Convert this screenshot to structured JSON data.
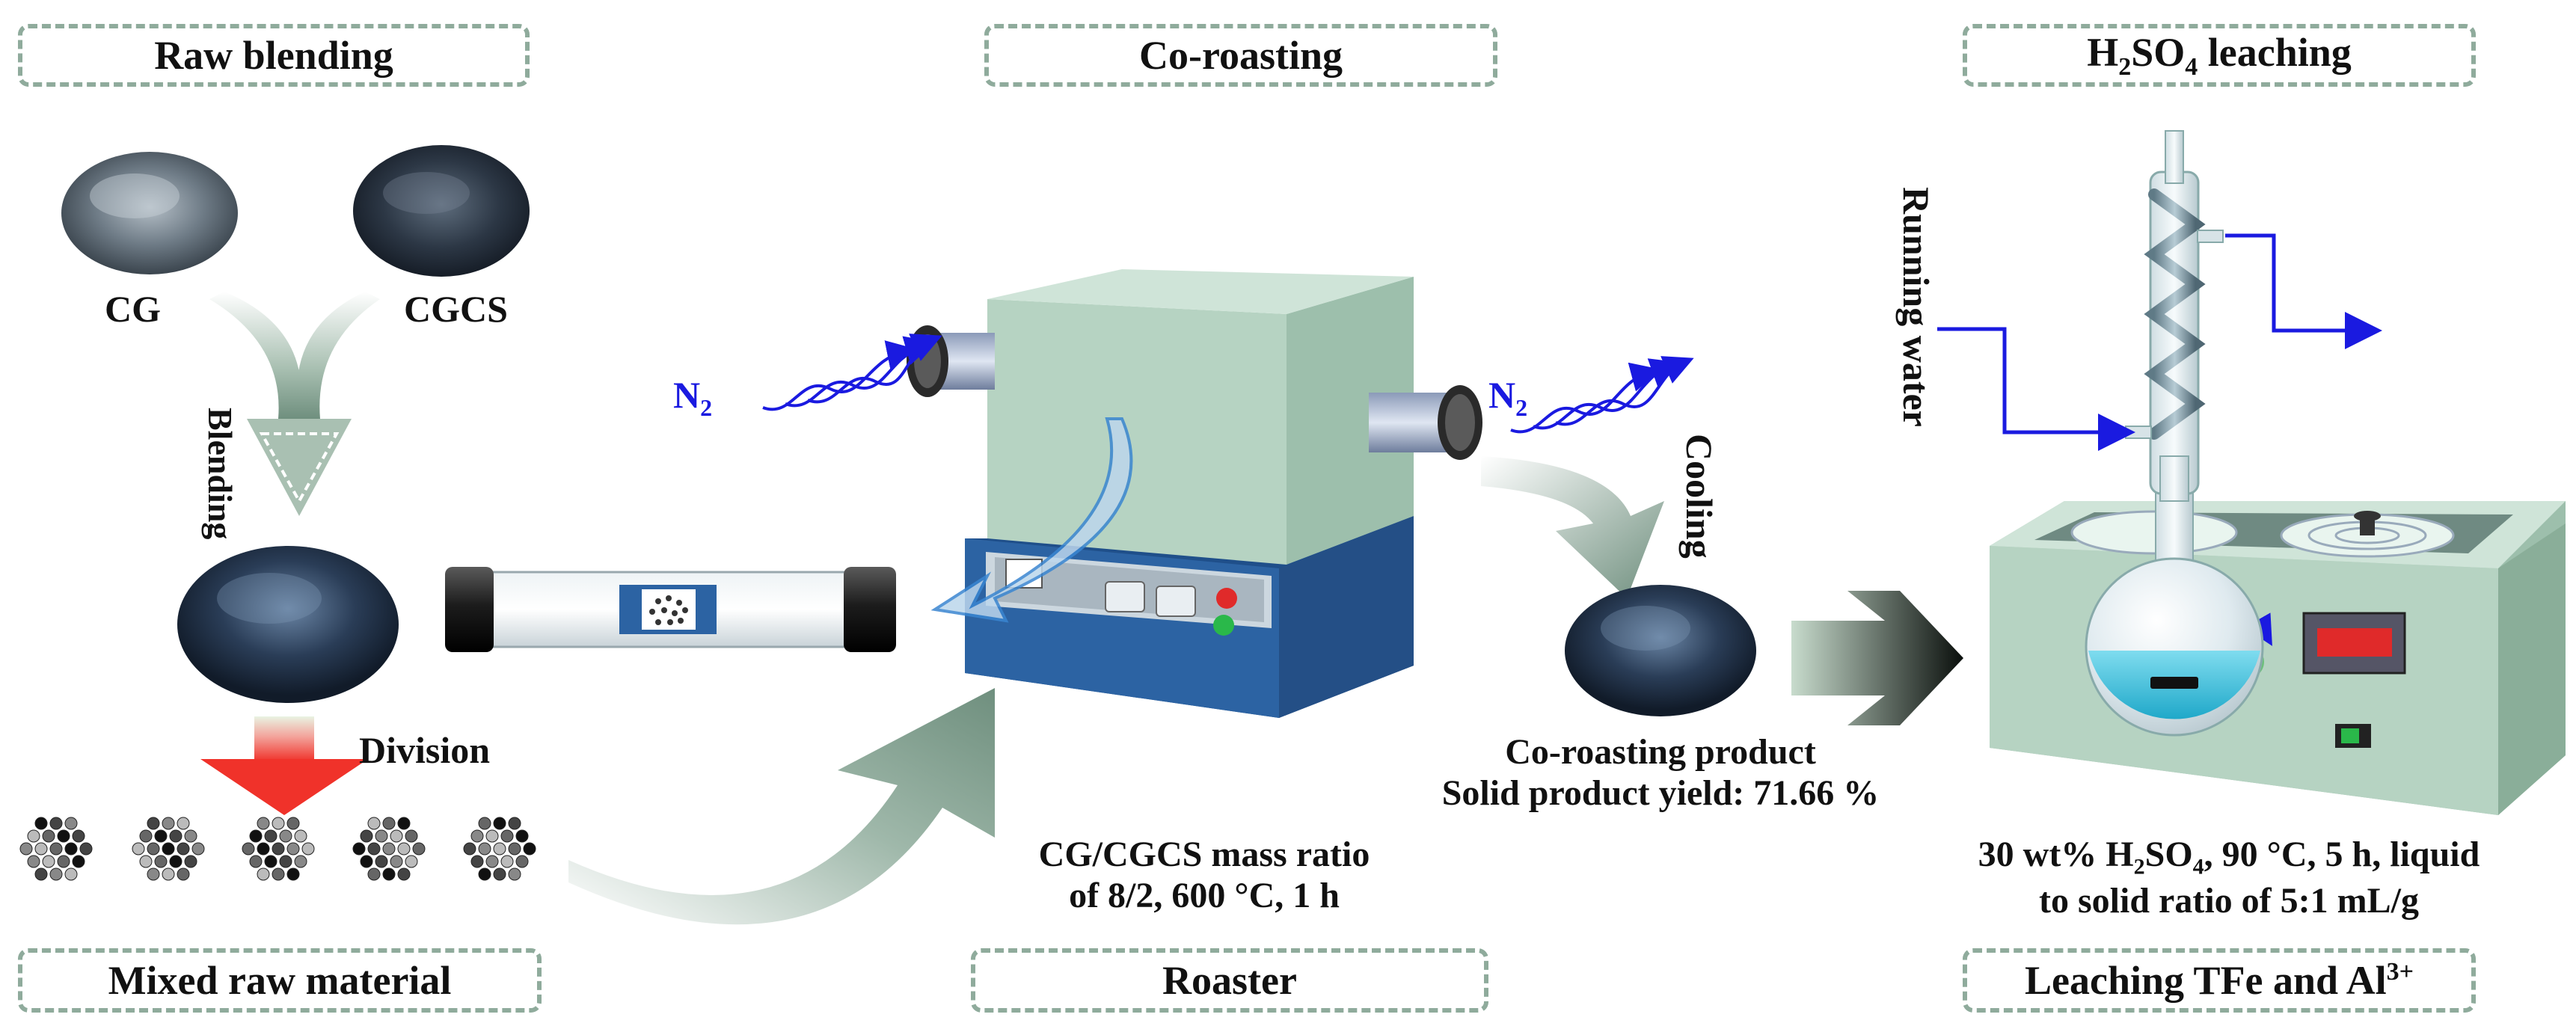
{
  "sections": {
    "raw_blending": "Raw blending",
    "co_roasting": "Co-roasting",
    "leaching_prefix": "H",
    "leaching_sub2": "2",
    "leaching_mid": "SO",
    "leaching_sub4": "4",
    "leaching_suffix": " leaching",
    "mixed_raw_material": "Mixed raw material",
    "roaster": "Roaster",
    "leaching_tfe_prefix": "Leaching TFe and Al",
    "leaching_tfe_sup": "3+"
  },
  "labels": {
    "cg": "CG",
    "cgcs": "CGCS",
    "blending": "Blending",
    "division": "Division",
    "n2_left": "N",
    "n2_left_sub": "2",
    "n2_right": "N",
    "n2_right_sub": "2",
    "cooling": "Cooling",
    "running_water": "Running water"
  },
  "conditions": {
    "roast_line1": "CG/CGCS mass ratio",
    "roast_line2": "of 8/2, 600 °C, 1 h",
    "product_line1": "Co-roasting product",
    "product_line2": "Solid product yield: 71.66 %",
    "leach_line1_a": "30 wt% H",
    "leach_line1_sub2": "2",
    "leach_line1_b": "SO",
    "leach_line1_sub4": "4",
    "leach_line1_c": ", 90 °C, 5 h, liquid",
    "leach_line2": "to solid ratio of 5:1 mL/g"
  },
  "colors": {
    "dashed_border": "#8fab9c",
    "furnace_top": "#b6d3c2",
    "furnace_base": "#2c63a3",
    "flow_arrow": "#6f8f7e",
    "gas_arrow": "#1a1ae0",
    "solution": "#3fc3e0"
  }
}
